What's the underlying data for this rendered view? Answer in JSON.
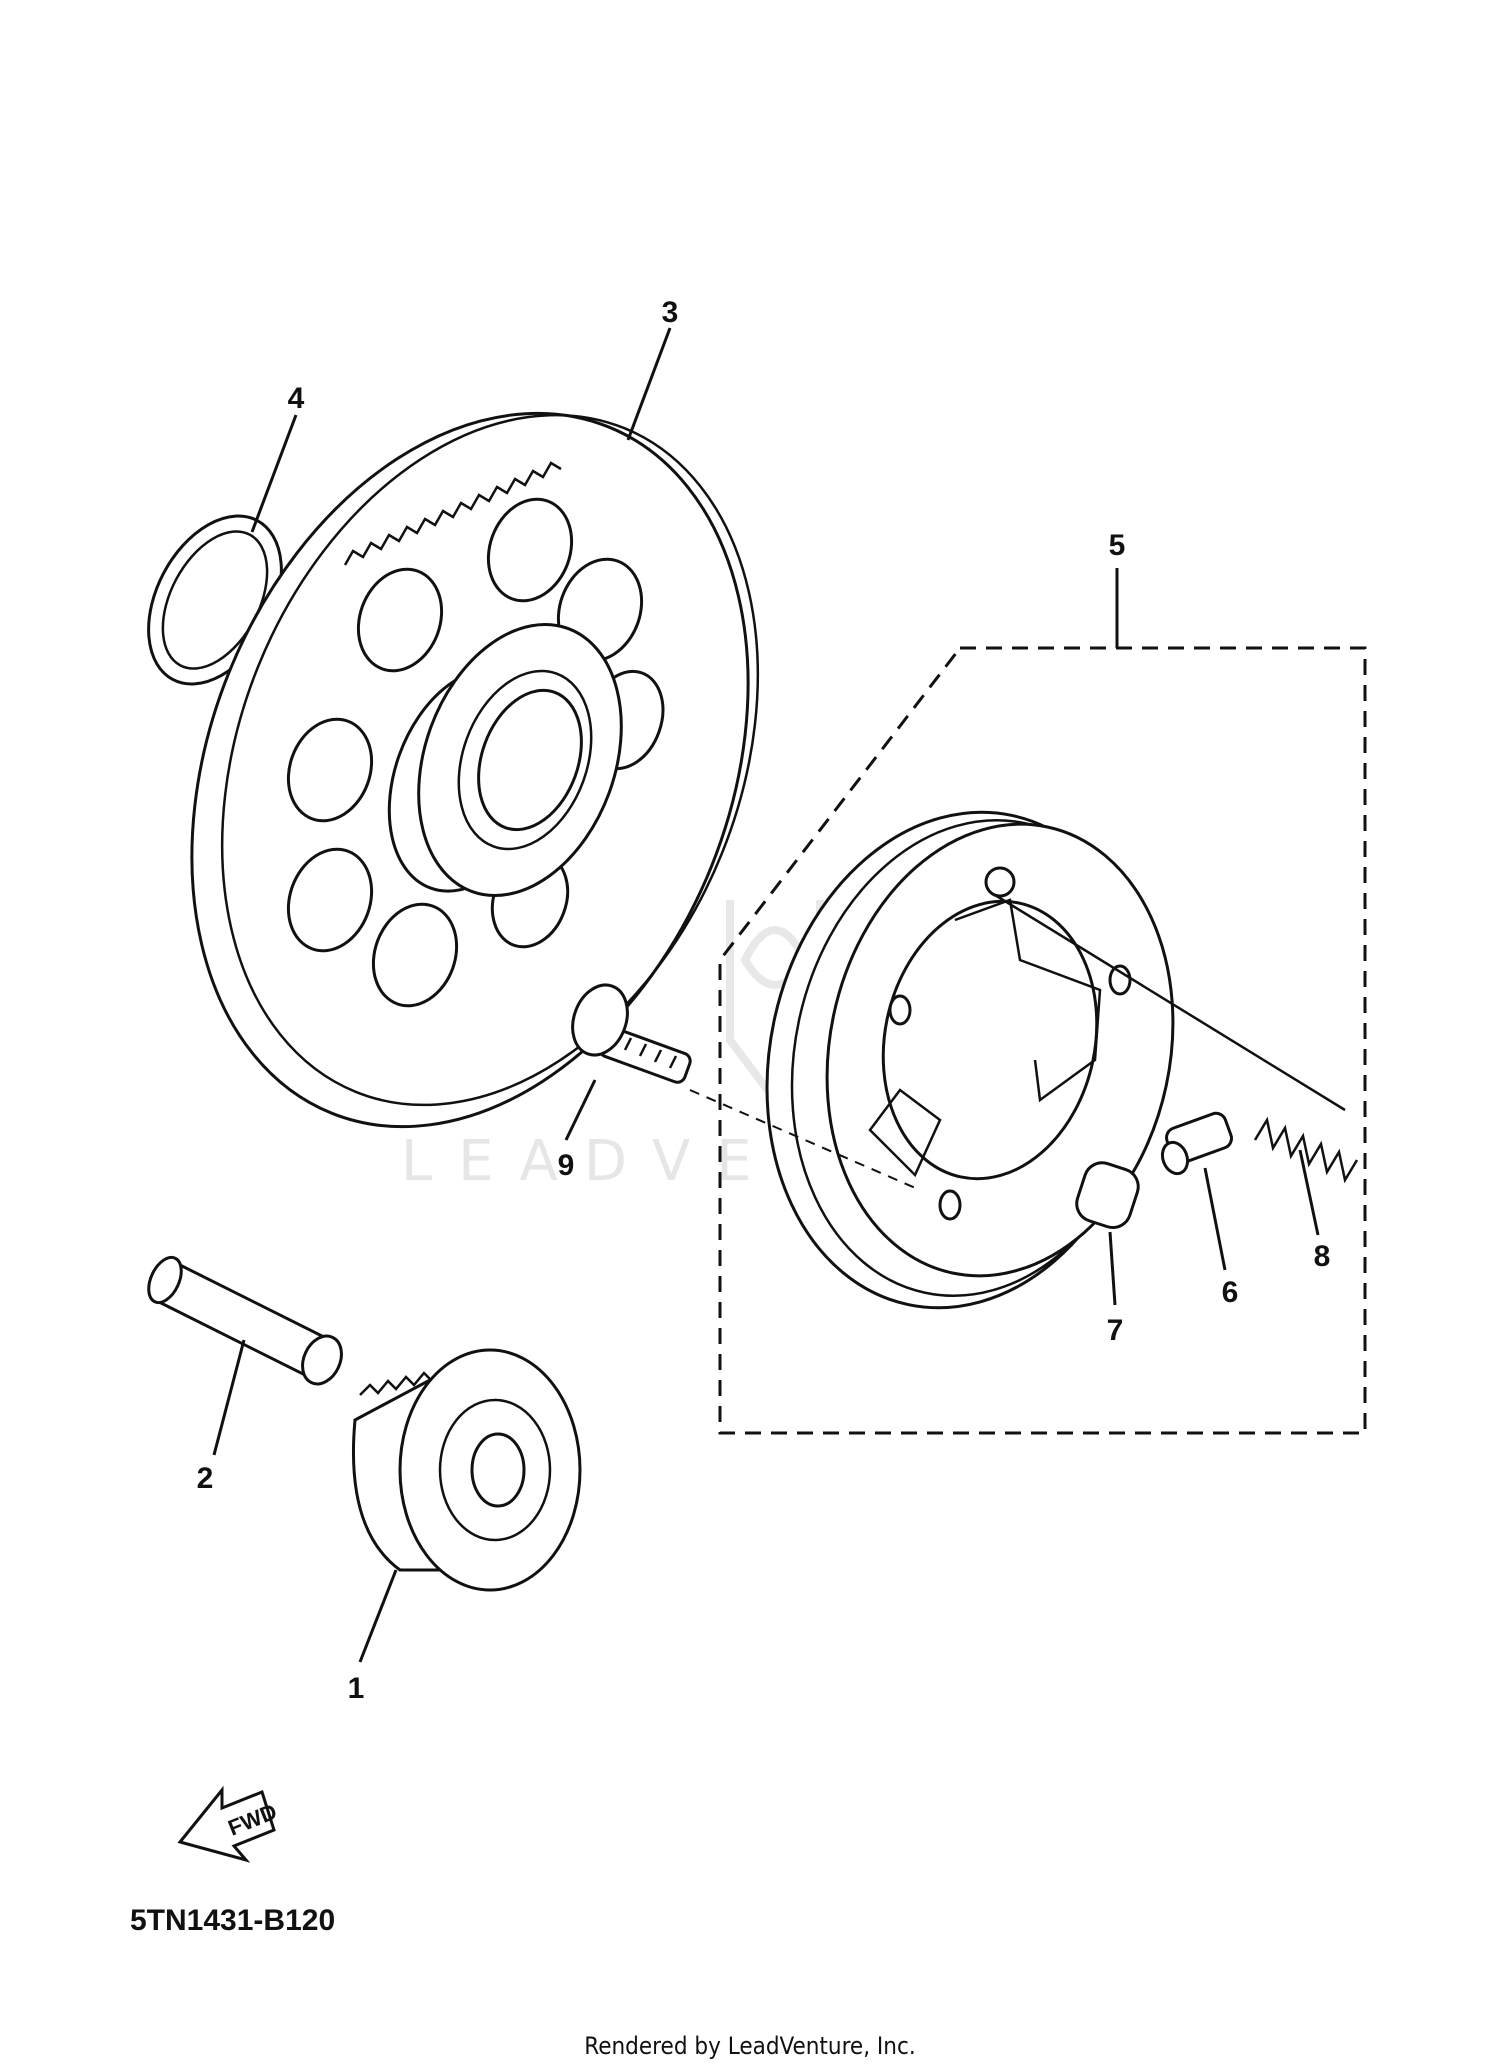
{
  "diagram": {
    "callouts": [
      {
        "id": "1",
        "label": "1"
      },
      {
        "id": "2",
        "label": "2"
      },
      {
        "id": "3",
        "label": "3"
      },
      {
        "id": "4",
        "label": "4"
      },
      {
        "id": "5",
        "label": "5"
      },
      {
        "id": "6",
        "label": "6"
      },
      {
        "id": "7",
        "label": "7"
      },
      {
        "id": "8",
        "label": "8"
      },
      {
        "id": "9",
        "label": "9"
      }
    ],
    "direction_label": "FWD",
    "diagram_code": "5TN1431-B120",
    "watermark": "LEADVENTURE",
    "credit": "Rendered by LeadVenture, Inc."
  }
}
